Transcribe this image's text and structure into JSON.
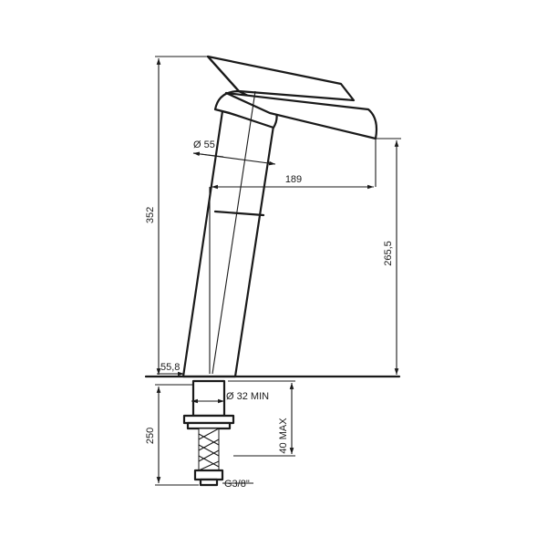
{
  "dimensions": {
    "total_height": "352",
    "spout_height": "265,5",
    "spout_reach": "189",
    "body_diameter": "Ø 55",
    "base_offset": "55,8",
    "hole_diameter": "Ø 32 MIN",
    "hose_length": "250",
    "max_thickness": "40 MAX",
    "connection": "G3/8\""
  }
}
